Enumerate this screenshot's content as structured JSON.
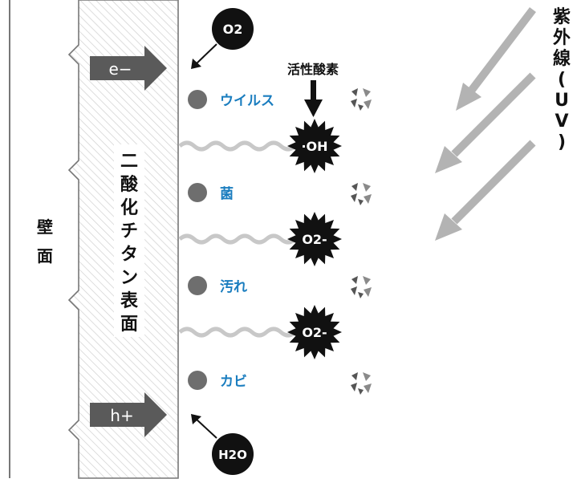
{
  "wall_label": "壁面",
  "surface_label": "二酸化チタン表面",
  "uv_label": "紫外線(UV)",
  "active_oxygen_label": "活性酸素",
  "electron_label": "e−",
  "hole_label": "h+",
  "molecule_o2": "O2",
  "molecule_h2o": "H2O",
  "radicals": [
    "·OH",
    "O2-",
    "O2-"
  ],
  "targets": [
    "ウイルス",
    "菌",
    "汚れ",
    "カビ"
  ],
  "colors": {
    "label_blue": "#1a7dbf",
    "arrow_gray": "#5a5a5a",
    "uv_arrow_gray": "#b3b3b3",
    "wave_gray": "#c8c8c8",
    "dot_gray": "#6e6e6e",
    "hatch_gray": "#cfcfcf"
  }
}
